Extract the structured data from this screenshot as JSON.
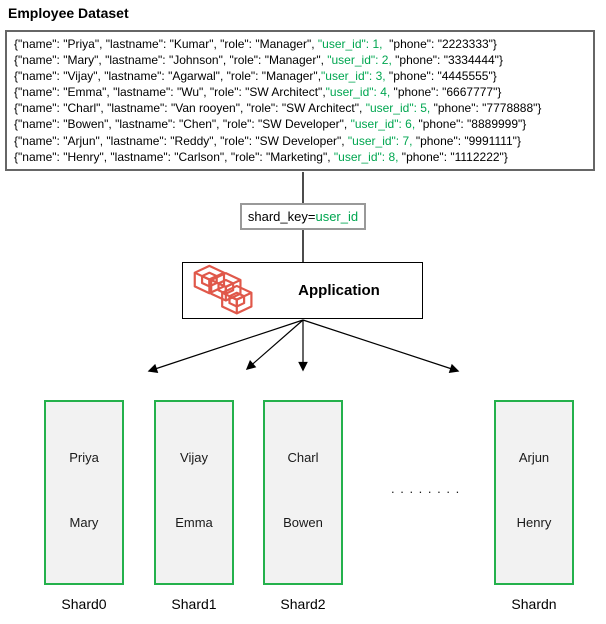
{
  "title": "Employee Dataset",
  "colors": {
    "green_text": "#00A650",
    "green_border": "#24B14C",
    "icon_red": "#E0584A",
    "shard_fill": "#F2F2F2",
    "gray_border": "#666666",
    "shardkey_border": "#999999"
  },
  "dataset": {
    "records": [
      {
        "prefix": "{\"name\": \"Priya\", \"lastname\": \"Kumar\", \"role\": \"Manager\", ",
        "user_id": "\"user_id\": 1,",
        "suffix": "  \"phone\": \"2223333\"}"
      },
      {
        "prefix": "{\"name\": \"Mary\", \"lastname\": \"Johnson\", \"role\": \"Manager\", ",
        "user_id": "\"user_id\": 2,",
        "suffix": " \"phone\": \"3334444\"}"
      },
      {
        "prefix": "{\"name\": \"Vijay\", \"lastname\": \"Agarwal\", \"role\": \"Manager\",",
        "user_id": "\"user_id\": 3,",
        "suffix": " \"phone\": \"4445555\"}"
      },
      {
        "prefix": "{\"name\": \"Emma\", \"lastname\": \"Wu\", \"role\": \"SW Architect\",",
        "user_id": "\"user_id\": 4,",
        "suffix": " \"phone\": \"6667777\"}"
      },
      {
        "prefix": "{\"name\": \"Charl\", \"lastname\": \"Van rooyen\", \"role\": \"SW Architect\", ",
        "user_id": "\"user_id\": 5,",
        "suffix": " \"phone\": \"7778888\"}"
      },
      {
        "prefix": "{\"name\": \"Bowen\", \"lastname\": \"Chen\", \"role\": \"SW Developer\", ",
        "user_id": "\"user_id\": 6,",
        "suffix": " \"phone\": \"8889999\"}"
      },
      {
        "prefix": "{\"name\": \"Arjun\", \"lastname\": \"Reddy\", \"role\": \"SW Developer\", ",
        "user_id": "\"user_id\": 7,",
        "suffix": " \"phone\": \"9991111\"}"
      },
      {
        "prefix": "{\"name\": \"Henry\", \"lastname\": \"Carlson\", \"role\": \"Marketing\", ",
        "user_id": "\"user_id\": 8,",
        "suffix": " \"phone\": \"1112222\"}"
      }
    ]
  },
  "shard_key": {
    "prefix": "shard_key=",
    "key": "user_id"
  },
  "application": {
    "label": "Application",
    "icon": "containers-icon"
  },
  "dots": ". . . . . . . .",
  "shards": [
    {
      "label": "Shard0",
      "names": [
        "Priya",
        "Mary"
      ]
    },
    {
      "label": "Shard1",
      "names": [
        "Vijay",
        "Emma"
      ]
    },
    {
      "label": "Shard2",
      "names": [
        "Charl",
        "Bowen"
      ]
    },
    {
      "label": "Shardn",
      "names": [
        "Arjun",
        "Henry"
      ]
    }
  ]
}
